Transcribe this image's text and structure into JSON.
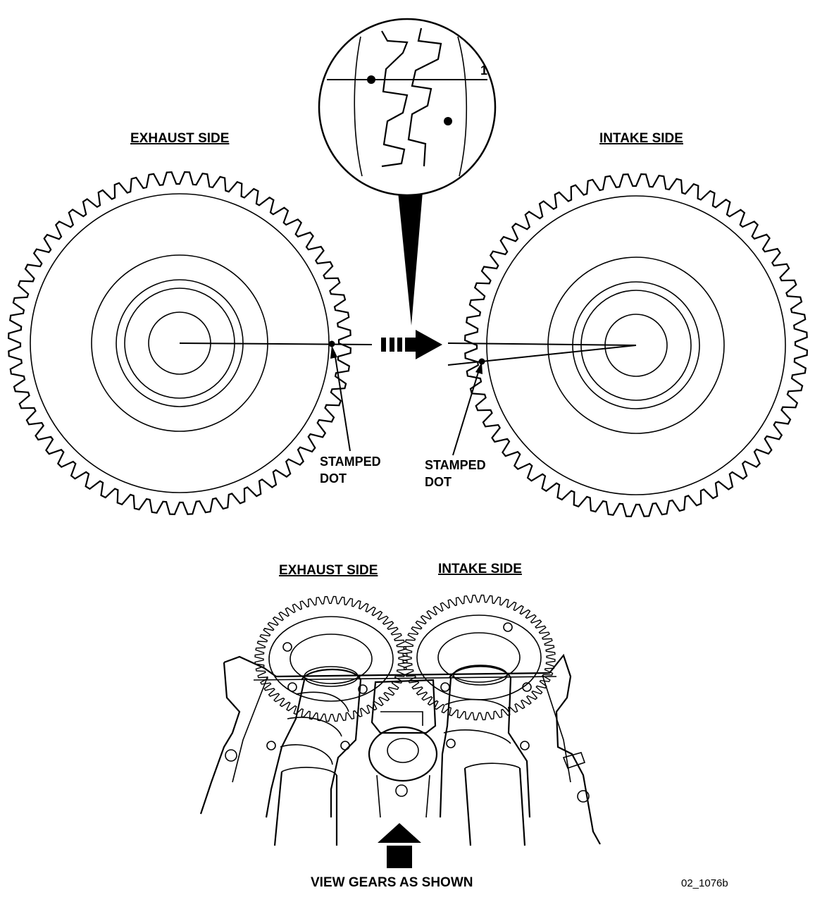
{
  "top_view": {
    "exhaust_label": "EXHAUST SIDE",
    "intake_label": "INTAKE SIDE",
    "exhaust_dot_label": [
      "STAMPED",
      "DOT"
    ],
    "intake_dot_label": [
      "STAMPED",
      "DOT"
    ],
    "detail_callout_number": "1",
    "gear_teeth_count": 60
  },
  "bottom_view": {
    "exhaust_label": "EXHAUST SIDE",
    "intake_label": "INTAKE SIDE",
    "view_caption": "VIEW GEARS AS SHOWN"
  },
  "figure_id": "02_1076b",
  "colors": {
    "ink": "#000000",
    "paper": "#ffffff"
  }
}
